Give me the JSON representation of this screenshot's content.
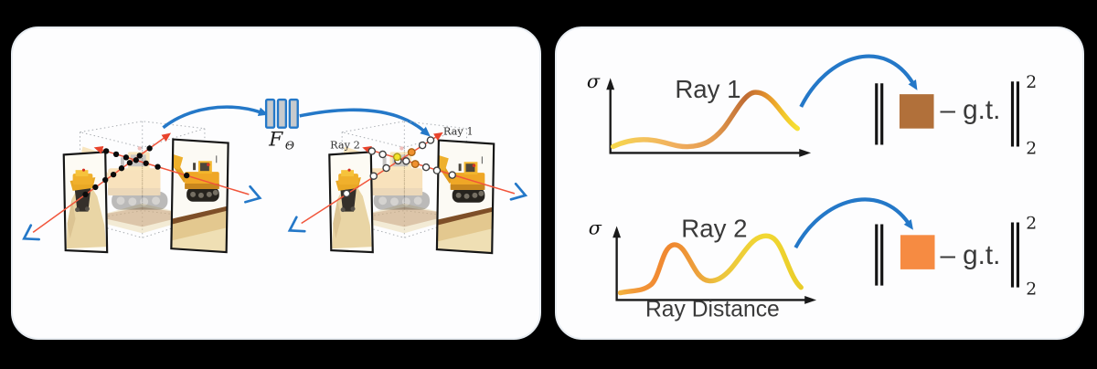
{
  "pipeline": {
    "network": {
      "label": "F",
      "subscript": "Θ"
    },
    "scene": {
      "ray1_label": "Ray 1",
      "ray2_label": "Ray 2"
    }
  },
  "density": {
    "plot1": {
      "y_label": "σ",
      "title": "Ray 1"
    },
    "plot2": {
      "y_label": "σ",
      "title": "Ray 2",
      "x_label": "Ray Distance"
    },
    "loss1": {
      "expr": "– g.t.",
      "sup": "2",
      "sub": "2",
      "pred_color": "#b1703a"
    },
    "loss2": {
      "expr": "– g.t.",
      "sup": "2",
      "sub": "2",
      "pred_color": "#f68b42"
    }
  },
  "colors": {
    "background": "#000000",
    "panel": "#fdfdfe",
    "arrow_blue": "#2478c8",
    "ray_red": "#f1553b",
    "arrowhead_red": "#e8432c",
    "sample_orange": "#f0912e",
    "sample_yellow": "#f3e32b",
    "mlp_bar_fill": "#c7cacd",
    "text_dark": "#3a3a3a"
  },
  "chart_data": [
    {
      "type": "line",
      "title": "Ray 1",
      "xlabel": "",
      "ylabel": "σ",
      "x": [
        0,
        0.1,
        0.2,
        0.3,
        0.4,
        0.5,
        0.6,
        0.7,
        0.77,
        0.85,
        1.0
      ],
      "y": [
        0.1,
        0.14,
        0.16,
        0.12,
        0.09,
        0.1,
        0.3,
        0.75,
        1.0,
        0.7,
        0.4
      ],
      "line_gradient": [
        "#f6d74a",
        "#f0ad5e",
        "#bf6b33",
        "#e09a2e",
        "#f6e135"
      ],
      "axes": "arrow-style, no ticks",
      "legend": "none"
    },
    {
      "type": "line",
      "title": "Ray 2",
      "xlabel": "Ray Distance",
      "ylabel": "σ",
      "x": [
        0,
        0.08,
        0.18,
        0.28,
        0.38,
        0.5,
        0.62,
        0.72,
        0.82,
        0.92,
        1.0
      ],
      "y": [
        0.1,
        0.13,
        0.55,
        0.95,
        0.45,
        0.18,
        0.45,
        0.9,
        1.0,
        0.45,
        0.12
      ],
      "line_gradient": [
        "#f2b13e",
        "#ef8830",
        "#ecc33e",
        "#f2d832",
        "#e9cc2a"
      ],
      "axes": "arrow-style, no ticks",
      "legend": "none"
    }
  ]
}
